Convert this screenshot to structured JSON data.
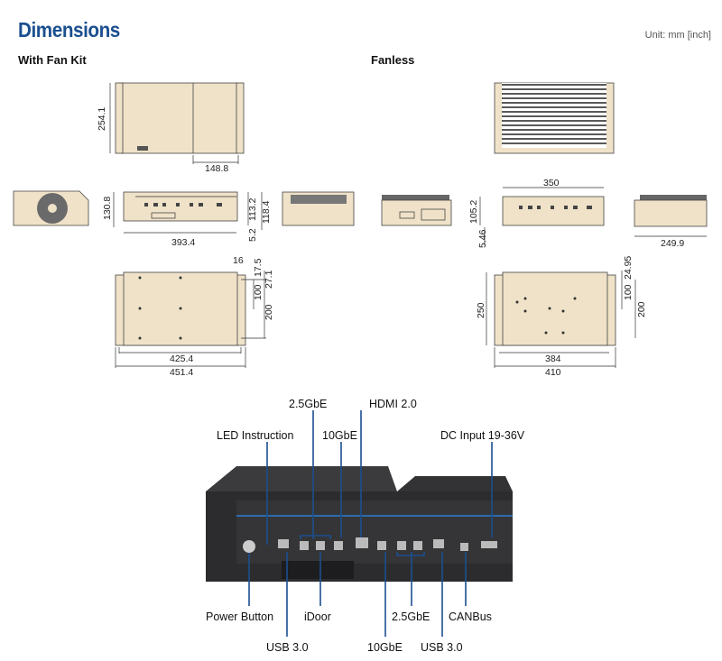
{
  "header": {
    "title": "Dimensions",
    "unit": "Unit: mm [inch]"
  },
  "fan_kit": {
    "label": "With Fan Kit",
    "dims": {
      "depth": "254.1",
      "width_top": "148.8",
      "height": "130.8",
      "h1": "113.2",
      "h2": "118.4",
      "foot": "5.2",
      "length": "393.4",
      "hole_offset": "16",
      "top_offset": "17.5",
      "top_offset2": "27.1",
      "hole_pitch": "100",
      "hole_span": "200",
      "mount_inner": "425.4",
      "mount_outer": "451.4"
    }
  },
  "fanless": {
    "label": "Fanless",
    "dims": {
      "length": "350",
      "height": "105.2",
      "foot": "5.46",
      "depth_side": "249.9",
      "top_offset": "24.95",
      "hole_pitch": "100",
      "hole_span": "200",
      "depth": "250",
      "mount_inner": "384",
      "mount_outer": "410"
    }
  },
  "io_callouts": {
    "top": [
      "2.5GbE",
      "HDMI 2.0",
      "LED Instruction",
      "10GbE",
      "DC Input 19-36V"
    ],
    "bottom": [
      "Power Button",
      "iDoor",
      "2.5GbE",
      "CANBus",
      "USB 3.0",
      "10GbE",
      "USB 3.0"
    ]
  },
  "colors": {
    "title": "#1b4f8f",
    "chassis": "#efe2c8",
    "device": "#2c2c2e",
    "accent_line": "#2a7fd4"
  }
}
